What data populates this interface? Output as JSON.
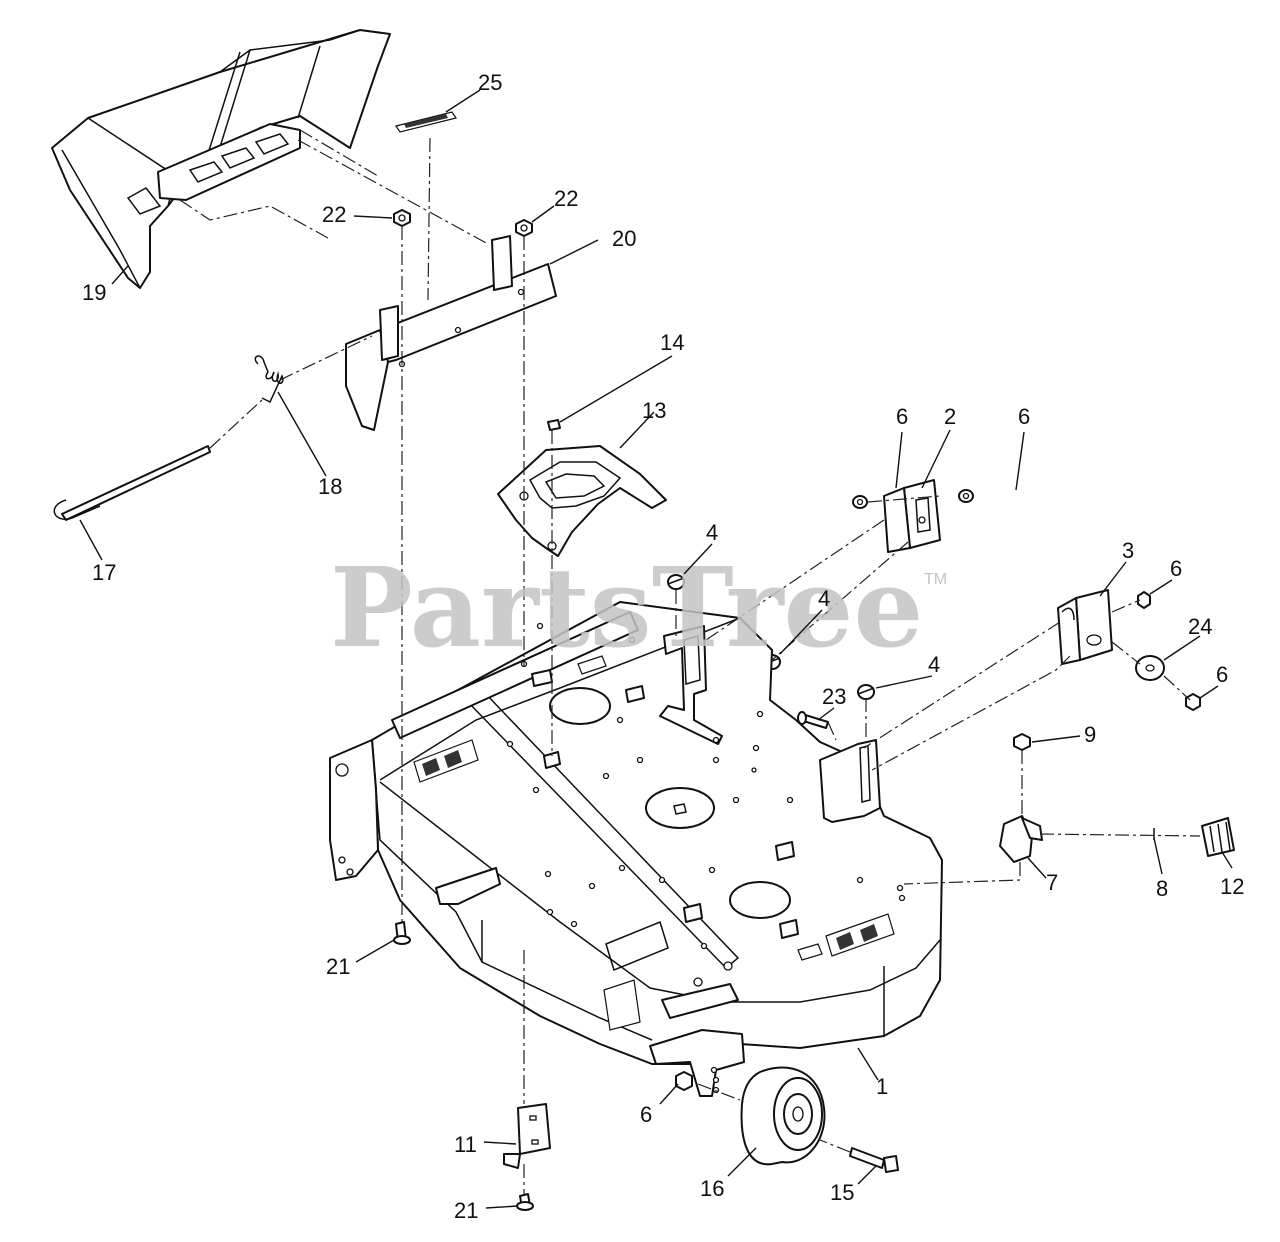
{
  "watermark": {
    "text": "PartsTree",
    "mark": "TM"
  },
  "callouts": {
    "c1": "1",
    "c2": "2",
    "c3": "3",
    "c4a": "4",
    "c4b": "4",
    "c4c": "4",
    "c6a": "6",
    "c6b": "6",
    "c6c": "6",
    "c6d": "6",
    "c6e": "6",
    "c7": "7",
    "c8": "8",
    "c9": "9",
    "c11": "11",
    "c12": "12",
    "c13": "13",
    "c14": "14",
    "c15": "15",
    "c16": "16",
    "c17": "17",
    "c18": "18",
    "c19": "19",
    "c20": "20",
    "c21a": "21",
    "c21b": "21",
    "c22a": "22",
    "c22b": "22",
    "c23": "23",
    "c24": "24",
    "c25": "25"
  },
  "colors": {
    "line": "#111111",
    "watermark": "#c4c4c4",
    "background": "#ffffff"
  }
}
